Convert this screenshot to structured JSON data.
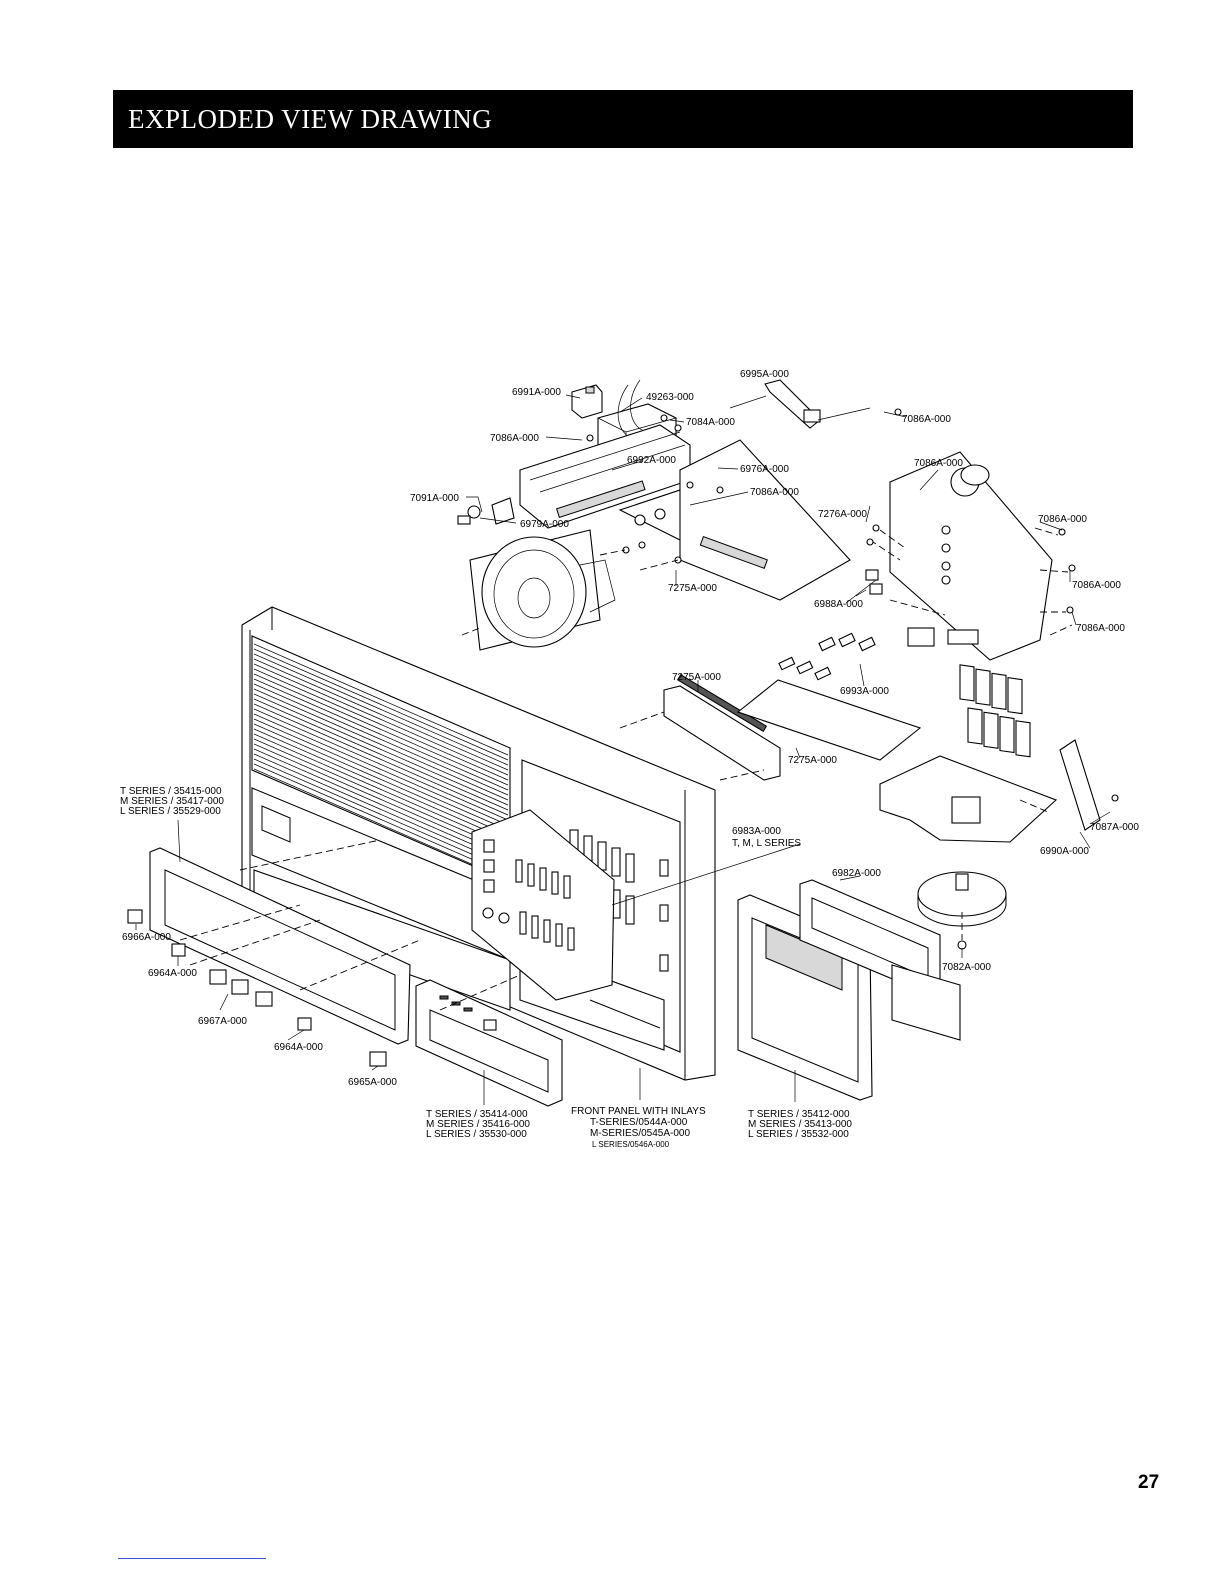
{
  "header": {
    "title": "EXPLODED VIEW DRAWING"
  },
  "page_number": "27",
  "callouts": {
    "c6995": "6995A-000",
    "c6991": "6991A-000",
    "c49263": "49263-000",
    "c7084": "7084A-000",
    "c7086_tr": "7086A-000",
    "c7086_l": "7086A-000",
    "c6992": "6992A-000",
    "c6976": "6976A-000",
    "c7086_mid": "7086A-000",
    "c7086_pcb": "7086A-000",
    "c7091": "7091A-000",
    "c6979": "6979A-000",
    "c7276": "7276A-000",
    "c7086_r1": "7086A-000",
    "c7086_r2": "7086A-000",
    "c7086_r3": "7086A-000",
    "c7275_a": "7275A-000",
    "c6988": "6988A-000",
    "c7275_b": "7275A-000",
    "c6993": "6993A-000",
    "c7275_c": "7275A-000",
    "c7087": "7087A-000",
    "c6990": "6990A-000",
    "c6983": "6983A-000",
    "c6983_sub": "T, M, L SERIES",
    "c6982": "6982A-000",
    "c7082": "7082A-000",
    "c6966": "6966A-000",
    "c6964_a": "6964A-000",
    "c6967": "6967A-000",
    "c6964_b": "6964A-000",
    "c6965": "6965A-000"
  },
  "series_groups": {
    "left_panel": [
      "T SERIES / 35415-000",
      "M SERIES / 35417-000",
      "L SERIES / 35529-000"
    ],
    "lower_panel": [
      "T SERIES / 35414-000",
      "M SERIES / 35416-000",
      "L SERIES / 35530-000"
    ],
    "front_panel": [
      "FRONT PANEL WITH INLAYS",
      "T-SERIES/0544A-000",
      "M-SERIES/0545A-000",
      "L SERIES/0546A-000"
    ],
    "door": [
      "T SERIES / 35412-000",
      "M SERIES / 35413-000",
      "L SERIES / 35532-000"
    ]
  }
}
